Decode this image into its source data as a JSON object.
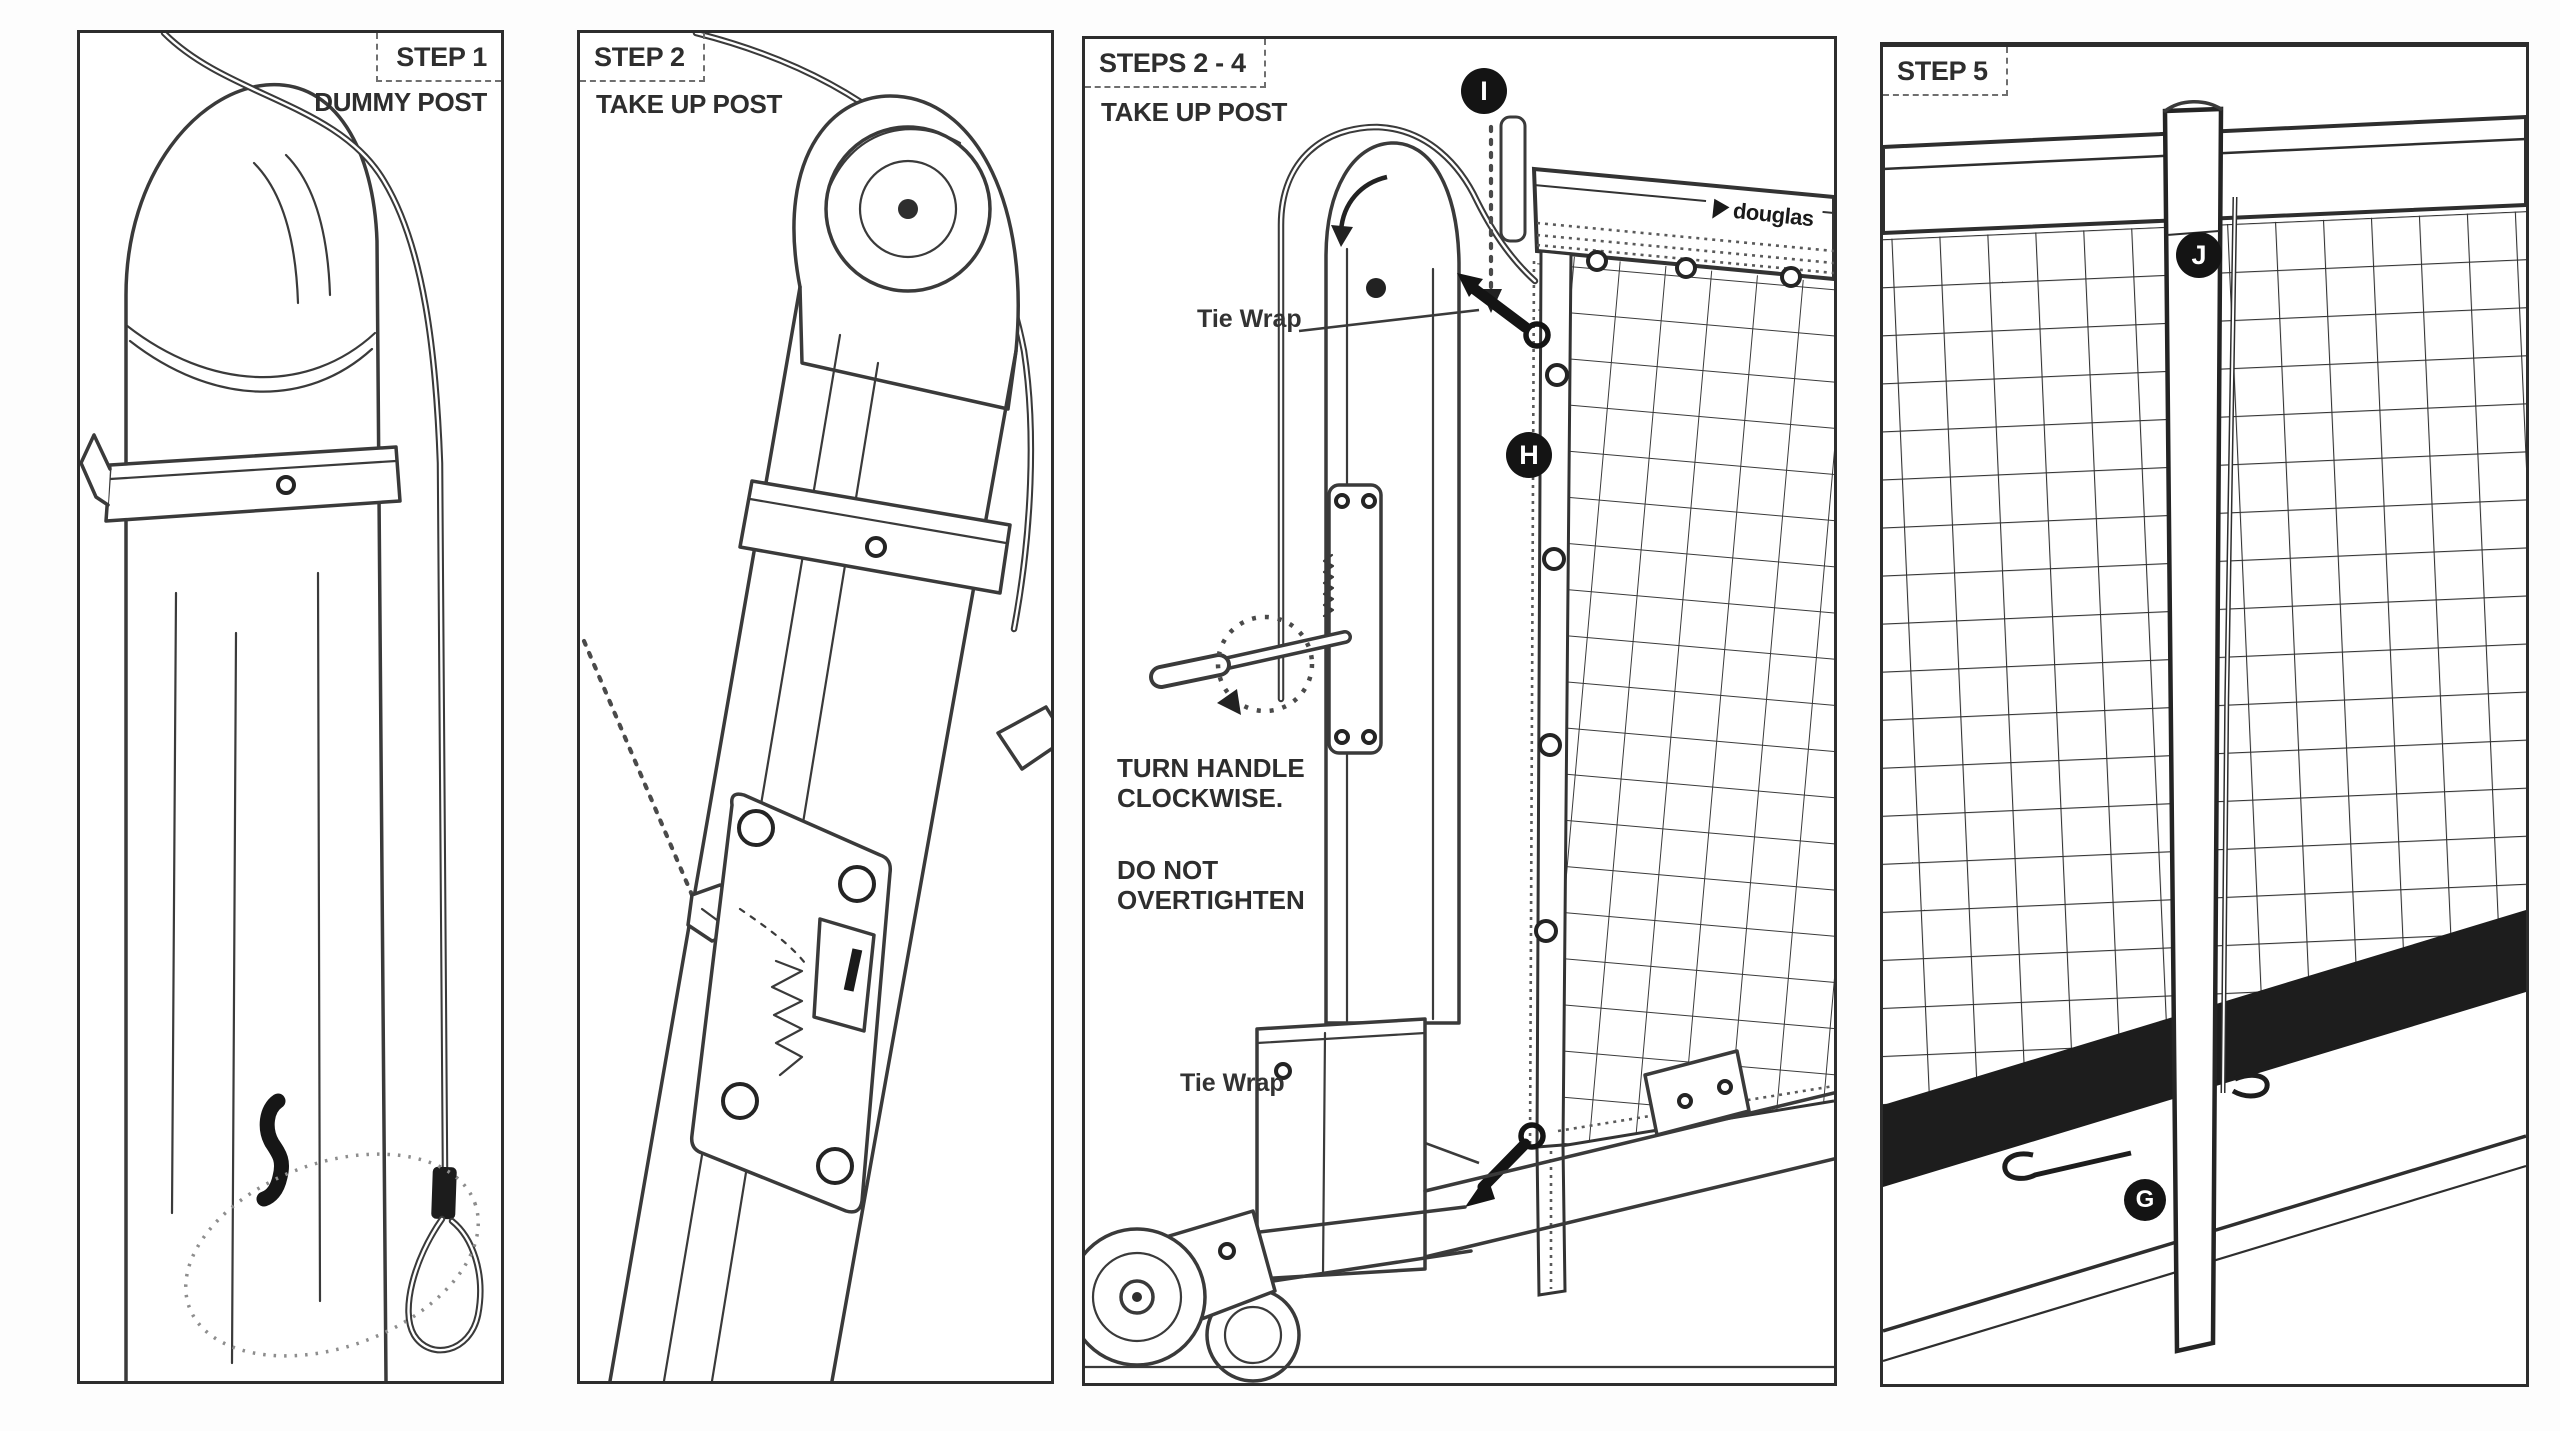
{
  "panels": [
    {
      "step_label": "STEP 1",
      "title": "DUMMY POST"
    },
    {
      "step_label": "STEP 2",
      "title": "TAKE UP POST"
    },
    {
      "step_label": "STEPS 2 - 4",
      "title": "TAKE UP POST",
      "labels": {
        "tie_wrap_top": "Tie Wrap",
        "tie_wrap_bottom": "Tie Wrap"
      },
      "instructions": {
        "line1": "TURN HANDLE CLOCKWISE.",
        "line2": "DO NOT OVERTIGHTEN"
      },
      "markers": {
        "i": "I",
        "h": "H"
      },
      "brand": "douglas"
    },
    {
      "step_label": "STEP 5",
      "markers": {
        "j": "J",
        "g": "G"
      }
    }
  ],
  "colors": {
    "background": "#ffffff",
    "line": "#3a3a3a",
    "panel_border": "#2d2d2d",
    "badge_background": "#141414",
    "badge_text": "#ffffff",
    "net_bottom_band": "#1d1d1d"
  }
}
